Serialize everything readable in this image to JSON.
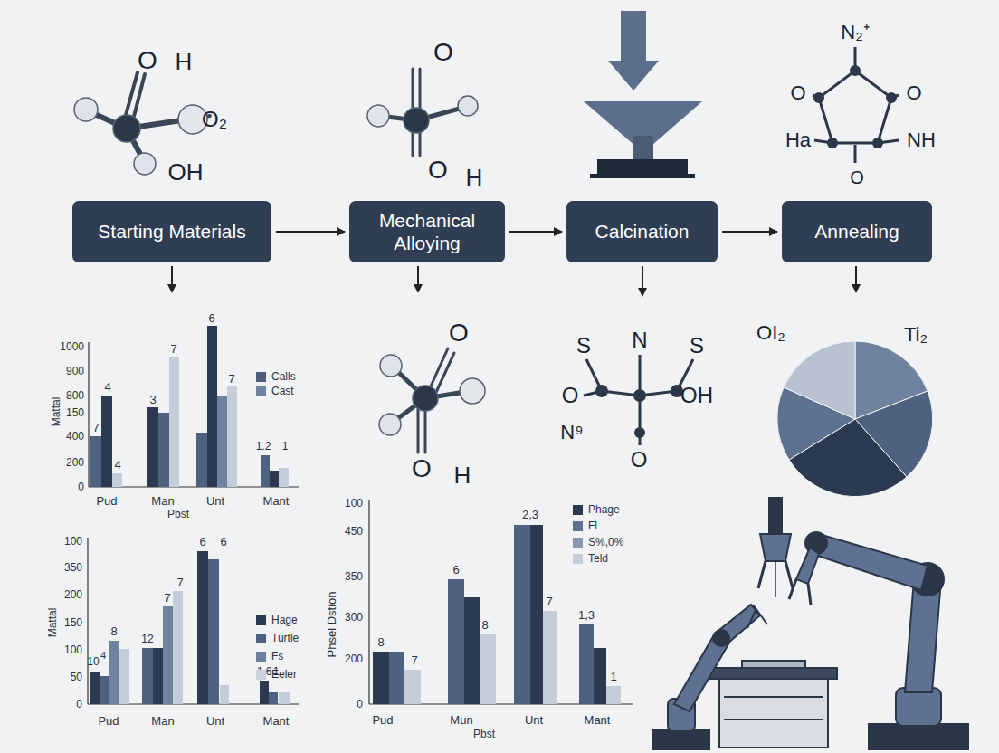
{
  "diagram": {
    "nodes": [
      {
        "text": [
          "Starting Materials"
        ]
      },
      {
        "text": [
          "Mechanical Alloying"
        ]
      },
      {
        "text": [
          "Calcination"
        ]
      },
      {
        "text": [
          "Annealing"
        ]
      }
    ],
    "edges": [
      {
        "from": 0,
        "to": 1,
        "arrow": "to"
      },
      {
        "from": 1,
        "to": 2,
        "arrow": "to"
      },
      {
        "from": 2,
        "to": 3,
        "arrow": "to"
      }
    ],
    "labels": [
      "O",
      "H",
      "O₂",
      "OH",
      "O",
      "O",
      "H",
      "N₂⁺",
      "O",
      "O",
      "Ha",
      "NH",
      "O",
      "O",
      "O",
      "H",
      "S",
      "N",
      "S",
      "O",
      "OH",
      "N⁹",
      "O",
      "OI₂",
      "Ti₂",
      "Mattal",
      "1000",
      "900",
      "800",
      "150",
      "400",
      "200",
      "0",
      "Pud",
      "Man",
      "Unt",
      "Mant",
      "Pbst",
      "7",
      "4",
      "4",
      "3",
      "7",
      "6",
      "7",
      "1.2",
      "1",
      "Mattal",
      "100",
      "350",
      "200",
      "150",
      "100",
      "50",
      "0",
      "Pud",
      "Man",
      "Unt",
      "Mant",
      "10",
      "4",
      "8",
      "12",
      "7",
      "7",
      "6",
      "6",
      "1,6",
      "1",
      "Phsel Dstion",
      "100",
      "450",
      "350",
      "300",
      "200",
      "0",
      "Pud",
      "Mun",
      "Unt",
      "Mant",
      "Pbst",
      "8",
      "7",
      "6",
      "8",
      "2,3",
      "7",
      "1,3",
      "1"
    ],
    "legend": [
      {
        "text": "Calls",
        "color": "#4d5f7a"
      },
      {
        "text": "Cast",
        "color": "#6f829e"
      },
      {
        "text": "Hage",
        "color": "#2b3a50"
      },
      {
        "text": "Turtle",
        "color": "#4e627f"
      },
      {
        "text": "Fs",
        "color": "#6c809e"
      },
      {
        "text": "Eeler",
        "color": "#c9d1dc"
      },
      {
        "text": "Phage",
        "color": "#2b3a50"
      },
      {
        "text": "Fl",
        "color": "#5d7190"
      },
      {
        "text": "S%,0%",
        "color": "#8898b2"
      },
      {
        "text": "Teld",
        "color": "#c5cdd8"
      }
    ]
  }
}
